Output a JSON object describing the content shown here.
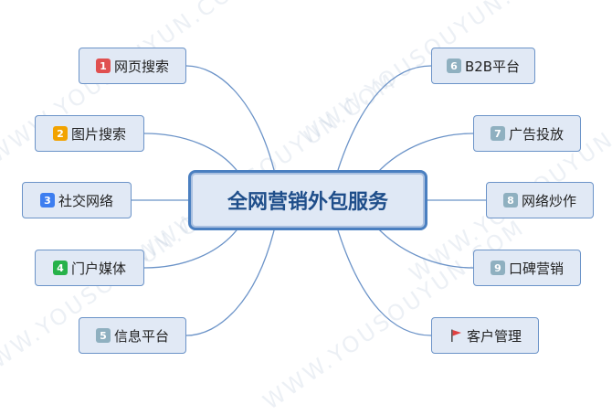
{
  "center": {
    "label": "全网营销外包服务"
  },
  "watermark": "WWW.YOUSOUYUN.COM",
  "left_nodes": [
    {
      "badge": "1",
      "label": "网页搜索",
      "color": "#e05050"
    },
    {
      "badge": "2",
      "label": "图片搜索",
      "color": "#f2a300"
    },
    {
      "badge": "3",
      "label": "社交网络",
      "color": "#3d7ef0"
    },
    {
      "badge": "4",
      "label": "门户媒体",
      "color": "#27b24a"
    },
    {
      "badge": "5",
      "label": "信息平台",
      "color": "#8fb0c0"
    }
  ],
  "right_nodes": [
    {
      "badge": "6",
      "label": "B2B平台",
      "color": "#8fb0c0"
    },
    {
      "badge": "7",
      "label": "广告投放",
      "color": "#8fb0c0"
    },
    {
      "badge": "8",
      "label": "网络炒作",
      "color": "#8fb0c0"
    },
    {
      "badge": "9",
      "label": "口碑营销",
      "color": "#8fb0c0"
    },
    {
      "icon": "flag-icon",
      "label": "客户管理",
      "color": "#e04040"
    }
  ],
  "colors": {
    "line": "#6b93c8",
    "node_fill": "#e1e9f5",
    "center_border": "#4a7fc0"
  }
}
